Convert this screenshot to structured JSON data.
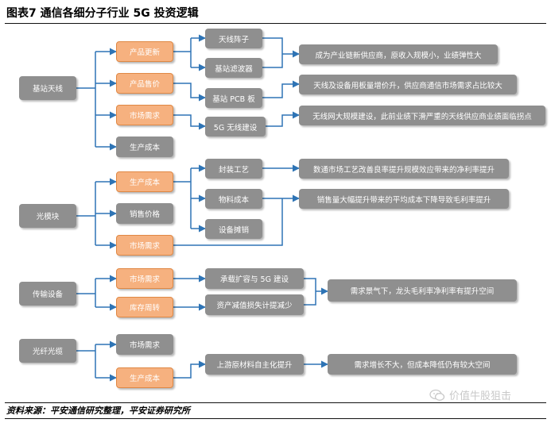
{
  "title": "图表7        通信各细分子行业 5G 投资逻辑",
  "source": "资料来源：平安通信研究整理，平安证券研究所",
  "watermark": "价值牛股狙击",
  "colors": {
    "gray_box": "#8f8f8f",
    "orange_box": "#f6b17f",
    "orange_border": "#e08844",
    "arrow": "#2e74b5"
  },
  "nodes": {
    "n_jizhan": "基站天线",
    "n_gmk": "光模块",
    "n_csb": "传输设备",
    "n_gxgl": "光纤光缆",
    "f_cpgx": "产品更新",
    "f_cpsj": "产品售价",
    "f_scxq1": "市场需求",
    "f_sccb1": "生产成本",
    "f_sccb2": "生产成本",
    "f_xsjg": "销售价格",
    "f_scxq2": "市场需求",
    "f_scxq3": "市场需求",
    "f_kczz": "库存周转",
    "f_scxq4": "市场需求",
    "f_sccb3": "生产成本",
    "d_txzz": "天线阵子",
    "d_jzlbq": "基站滤波器",
    "d_pcb": "基站 PCB 板",
    "d_5gwx": "5G 无线建设",
    "d_fzgy": "封装工艺",
    "d_wlcb": "物料成本",
    "d_sbtx": "设备摊销",
    "d_czkr": "承载扩容与 5G 建设",
    "d_zcjz": "资产减值损失计提减少",
    "d_sycl": "上游原材料自主化提升",
    "r1": "成为产业链新供应商，原收入规模小，业绩弹性大",
    "r2": "天线及设备用板量增价升，供应商通信市场需求占比较大",
    "r3": "无线网大规模建设，此前业绩下滑严重的天线供应商业绩面临拐点",
    "r4": "数通市场工艺改善良率提升规模效应带来的净利率提升",
    "r5": "销售量大幅提升带来的平均成本下降导致毛利率提升",
    "r6": "需求景气下，龙头毛利率净利率有提升空间",
    "r7": "需求增长不大，但成本降低仍有较大空间"
  }
}
